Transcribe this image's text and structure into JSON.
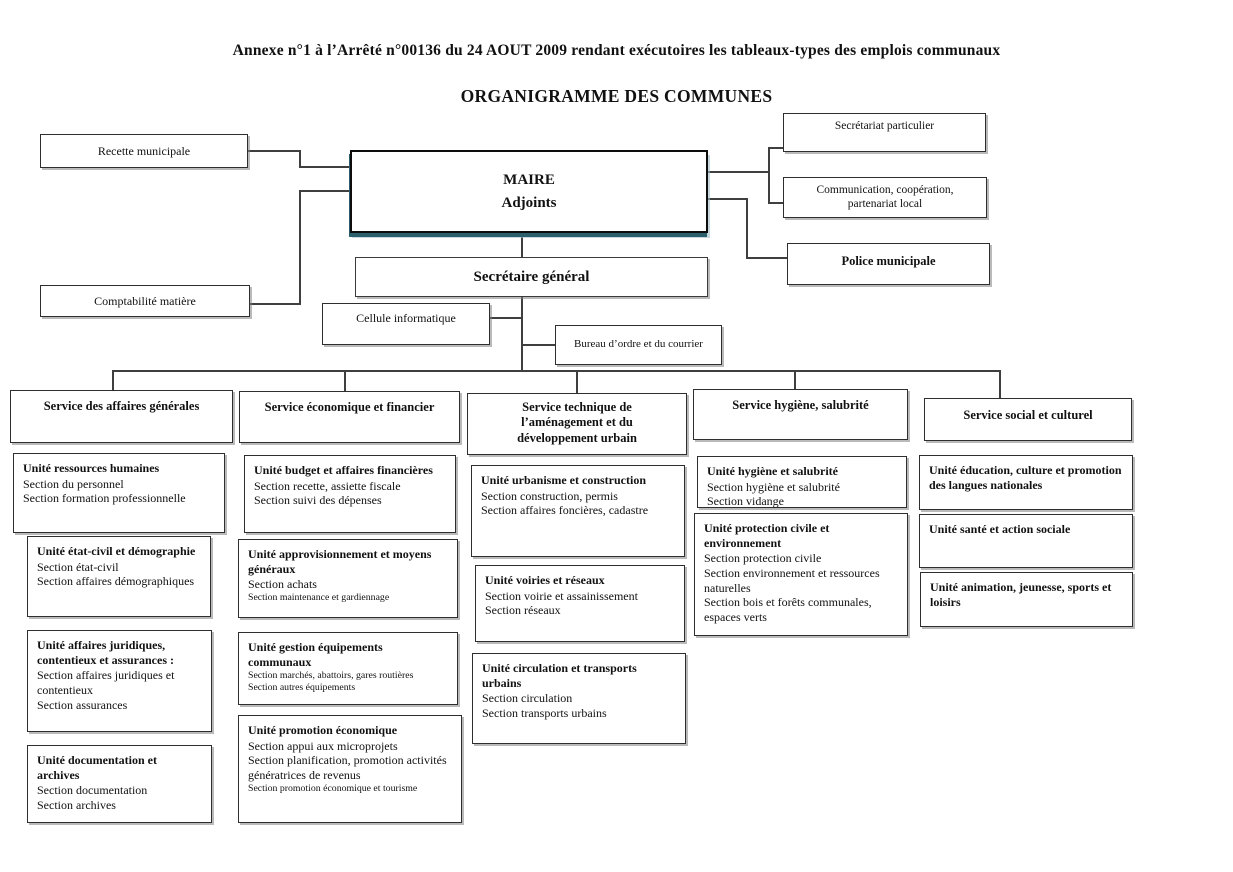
{
  "doc": {
    "title": "Annexe n°1 à l’Arrêté n°00136 du 24 AOUT 2009 rendant exécutoires les tableaux-types des emplois communaux",
    "subtitle": "ORGANIGRAMME DES COMMUNES"
  },
  "colors": {
    "maire_shadow": "#2b5f6e",
    "connector_line": "#3f3f3f",
    "box_border": "#2e2e2e"
  },
  "boxes": {
    "recette": "Recette municipale",
    "comptabilite": "Comptabilité matière",
    "maire1": "MAIRE",
    "maire2": "Adjoints",
    "secretariat_particulier": "Secrétariat particulier",
    "communication1": "Communication, coopération,",
    "communication2": "partenariat local",
    "police": "Police municipale",
    "secretaire_general": "Secrétaire général",
    "cellule": "Cellule informatique",
    "bureau": "Bureau d’ordre et du courrier"
  },
  "services": [
    {
      "label": "Service des affaires générales",
      "units": [
        {
          "title": "Unité ressources humaines",
          "sections": [
            "Section du personnel",
            "Section formation professionnelle"
          ]
        },
        {
          "title": "Unité état-civil et démographie",
          "sections": [
            "Section état-civil",
            "Section affaires démographiques"
          ]
        },
        {
          "title": "Unité affaires juridiques, contentieux et assurances :",
          "sections": [
            "Section affaires juridiques et contentieux",
            "Section assurances"
          ]
        },
        {
          "title": "Unité documentation et archives",
          "sections": [
            "Section documentation",
            "Section archives"
          ]
        }
      ]
    },
    {
      "label": "Service économique et financier",
      "units": [
        {
          "title": "Unité budget et affaires financières",
          "sections": [
            "Section recette, assiette fiscale",
            "Section suivi des dépenses"
          ]
        },
        {
          "title": "Unité approvisionnement et moyens généraux",
          "sections": [
            "Section achats",
            "Section maintenance et gardiennage"
          ]
        },
        {
          "title": "Unité gestion équipements communaux",
          "sections": [
            "Section marchés, abattoirs, gares routières",
            "Section autres équipements"
          ]
        },
        {
          "title": "Unité promotion économique",
          "sections": [
            "Section appui aux microprojets",
            "Section planification, promotion activités génératrices de revenus",
            "Section promotion économique et tourisme"
          ]
        }
      ]
    },
    {
      "label": "Service technique de l’aménagement et du développement urbain",
      "units": [
        {
          "title": "Unité urbanisme et construction",
          "sections": [
            "Section construction, permis",
            "Section affaires foncières, cadastre"
          ]
        },
        {
          "title": "Unité voiries et réseaux",
          "sections": [
            "Section voirie et assainissement",
            "Section réseaux"
          ]
        },
        {
          "title": "Unité circulation et transports urbains",
          "sections": [
            "Section circulation",
            "Section transports urbains"
          ]
        }
      ]
    },
    {
      "label": "Service hygiène, salubrité",
      "units": [
        {
          "title": "Unité hygiène et salubrité",
          "sections": [
            "Section hygiène et salubrité",
            "Section vidange"
          ]
        },
        {
          "title": "Unité protection civile et environnement",
          "sections": [
            "Section protection civile",
            "Section environnement et ressources naturelles",
            "Section bois et forêts communales, espaces verts"
          ]
        }
      ]
    },
    {
      "label": "Service social et culturel",
      "units": [
        {
          "title": "Unité éducation, culture et promotion des langues nationales",
          "sections": []
        },
        {
          "title": "Unité santé et action sociale",
          "sections": []
        },
        {
          "title": "Unité animation, jeunesse, sports et loisirs",
          "sections": []
        }
      ]
    }
  ]
}
